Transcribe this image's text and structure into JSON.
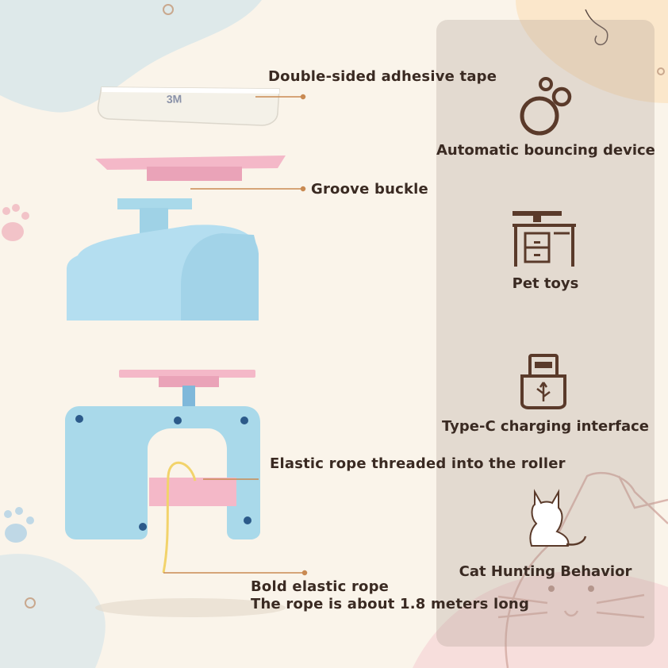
{
  "callouts": {
    "tape": "Double-sided adhesive tape",
    "groove": "Groove buckle",
    "rope_threaded": "Elastic rope threaded into the roller",
    "rope_bold": "Bold elastic rope",
    "rope_length": "The rope is about 1.8 meters long"
  },
  "tape_print": "3M",
  "features": [
    {
      "label": "Automatic bouncing device",
      "icon": "bubbles-icon"
    },
    {
      "label": "Pet toys",
      "icon": "drawer-table-icon"
    },
    {
      "label": "Type-C charging interface",
      "icon": "usb-plug-icon"
    },
    {
      "label": "Cat Hunting Behavior",
      "icon": "cat-silhouette-icon"
    }
  ],
  "colors": {
    "background": "#faf4ea",
    "text": "#3a2a22",
    "callout_line": "#c98a52",
    "device_blue": "#a9d9ea",
    "plate_pink": "#f4b8c8",
    "rope_yellow": "#f2d36b",
    "icon_brown": "#5a3a2a"
  }
}
